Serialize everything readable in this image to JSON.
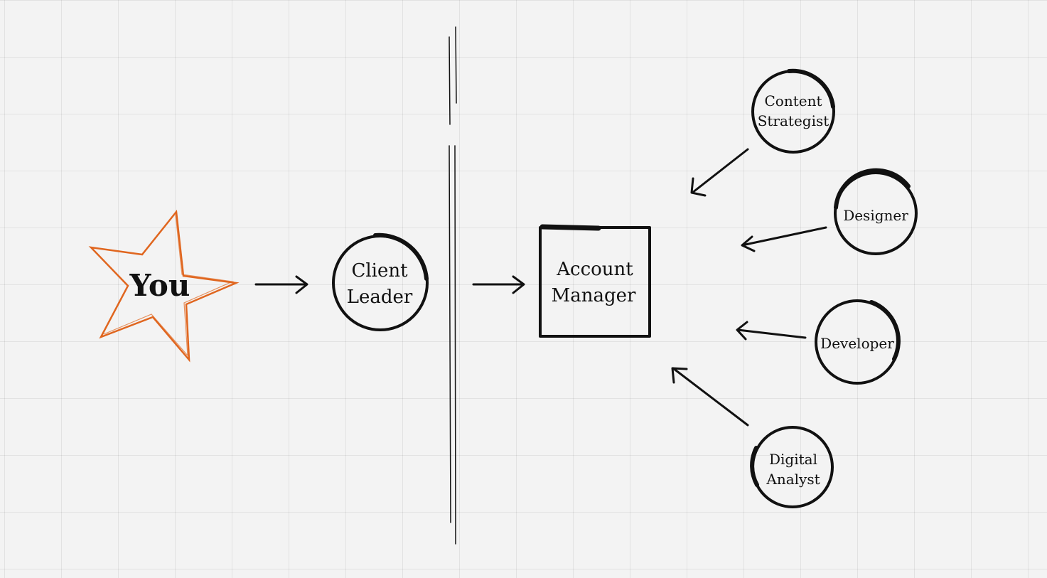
{
  "diagram": {
    "you": "You",
    "client_leader": [
      "Client",
      "Leader"
    ],
    "account_manager": [
      "Account",
      "Manager"
    ],
    "content_strategist": [
      "Content",
      "Strategist"
    ],
    "designer": "Designer",
    "developer": "Developer",
    "digital_analyst": [
      "Digital",
      "Analyst"
    ]
  },
  "colors": {
    "ink": "#111111",
    "accent": "#e0661f",
    "background": "#f3f3f3"
  }
}
